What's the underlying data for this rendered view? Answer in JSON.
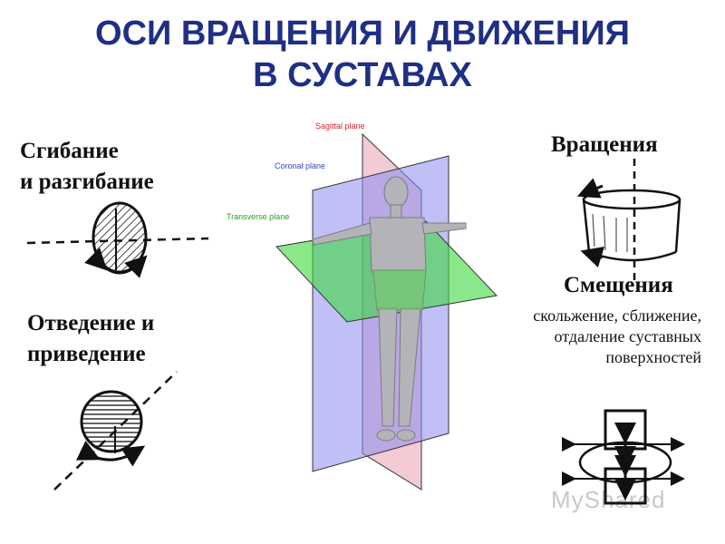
{
  "title": {
    "line1": "ОСИ ВРАЩЕНИЯ И ДВИЖЕНИЯ",
    "line2": "В СУСТАВАХ"
  },
  "labels": {
    "flexion_line1": "Сгибание",
    "flexion_line2": "и разгибание",
    "abduction_line1": "Отведение и",
    "abduction_line2": "приведение",
    "rotation": "Вращения",
    "displacement": "Смещения",
    "displacement_desc_line1": "скольжение, сближение,",
    "displacement_desc_line2": "отдаление суставных",
    "displacement_desc_line3": "поверхностей"
  },
  "planes": {
    "sagittal": "Sagittal plane",
    "coronal": "Coronal plane",
    "transverse": "Transverse plane"
  },
  "colors": {
    "title": "#1f2f86",
    "sagittal_label": "#d8252b",
    "coronal_label": "#3346c6",
    "transverse_label": "#24a024",
    "sagittal_plane": "#e8a0b0",
    "coronal_plane": "#8c8cf0",
    "transverse_plane": "#3cd83c"
  },
  "watermark": "MyShared"
}
